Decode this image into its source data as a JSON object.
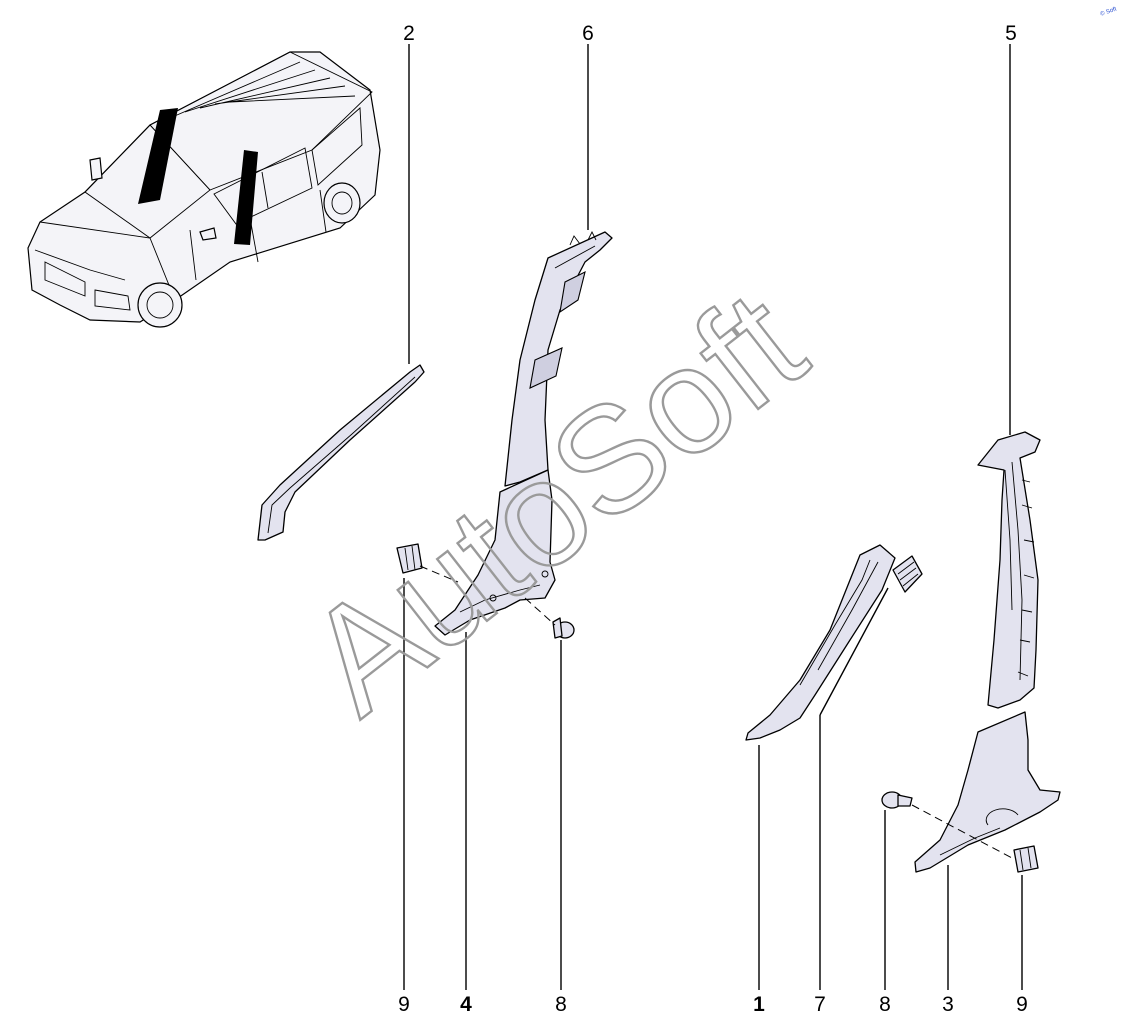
{
  "watermark": "AutoSoft",
  "corner_mark": "© Soft",
  "callouts": {
    "c1": "1",
    "c2": "2",
    "c3": "3",
    "c4": "4",
    "c5": "5",
    "c6": "6",
    "c7": "7",
    "c8a": "8",
    "c8b": "8",
    "c9a": "9",
    "c9b": "9"
  }
}
